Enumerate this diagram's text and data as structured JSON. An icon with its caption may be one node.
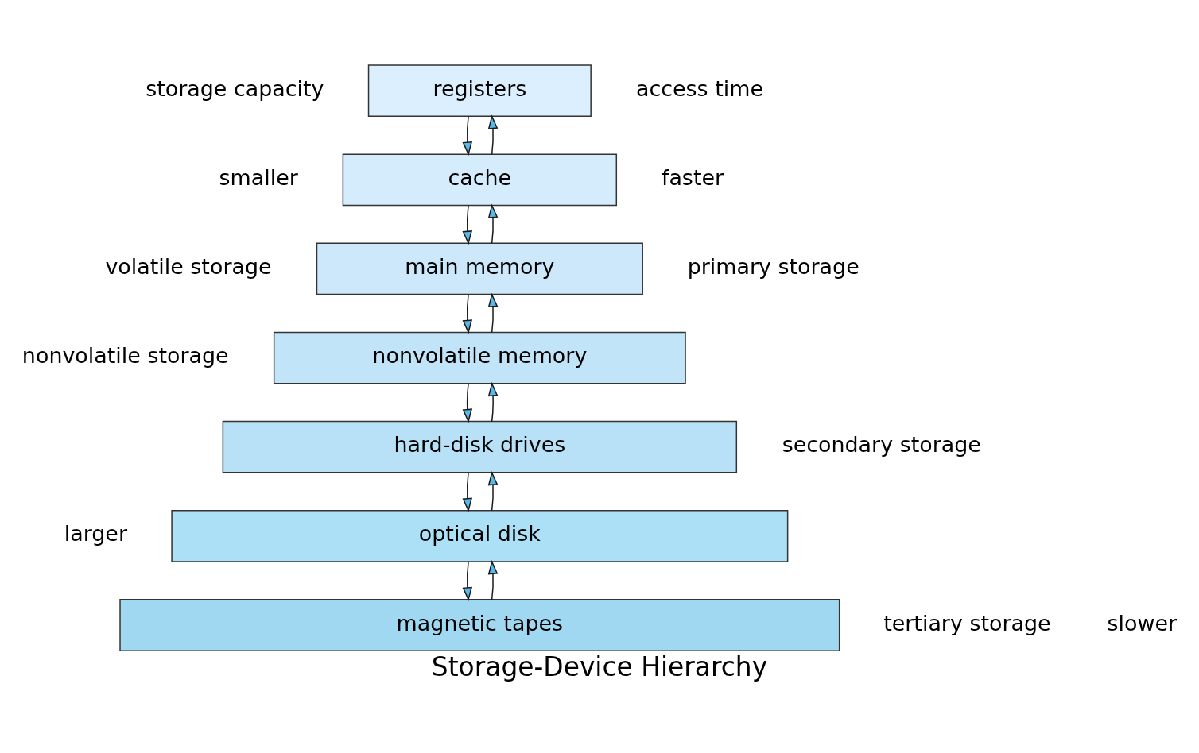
{
  "diagram": {
    "caption": "Storage-Device Hierarchy",
    "nodes": [
      {
        "text": [
          "registers"
        ]
      },
      {
        "text": [
          "cache"
        ]
      },
      {
        "text": [
          "main memory"
        ]
      },
      {
        "text": [
          "nonvolatile memory"
        ]
      },
      {
        "text": [
          "hard-disk drives"
        ]
      },
      {
        "text": [
          "optical disk"
        ]
      },
      {
        "text": [
          "magnetic tapes"
        ]
      }
    ],
    "edges": [
      {
        "from": 0,
        "to": 1,
        "arrow": "to"
      },
      {
        "from": 1,
        "to": 0,
        "arrow": "to"
      },
      {
        "from": 1,
        "to": 2,
        "arrow": "to"
      },
      {
        "from": 2,
        "to": 1,
        "arrow": "to"
      },
      {
        "from": 2,
        "to": 3,
        "arrow": "to"
      },
      {
        "from": 3,
        "to": 2,
        "arrow": "to"
      },
      {
        "from": 3,
        "to": 4,
        "arrow": "to"
      },
      {
        "from": 4,
        "to": 3,
        "arrow": "to"
      },
      {
        "from": 4,
        "to": 5,
        "arrow": "to"
      },
      {
        "from": 5,
        "to": 4,
        "arrow": "to"
      },
      {
        "from": 5,
        "to": 6,
        "arrow": "to"
      },
      {
        "from": 6,
        "to": 5,
        "arrow": "to"
      }
    ],
    "labels": [
      "storage capacity",
      "access time",
      "smaller",
      "faster",
      "volatile storage",
      "primary storage",
      "nonvolatile storage",
      "secondary storage",
      "larger",
      "tertiary storage",
      "slower"
    ]
  }
}
